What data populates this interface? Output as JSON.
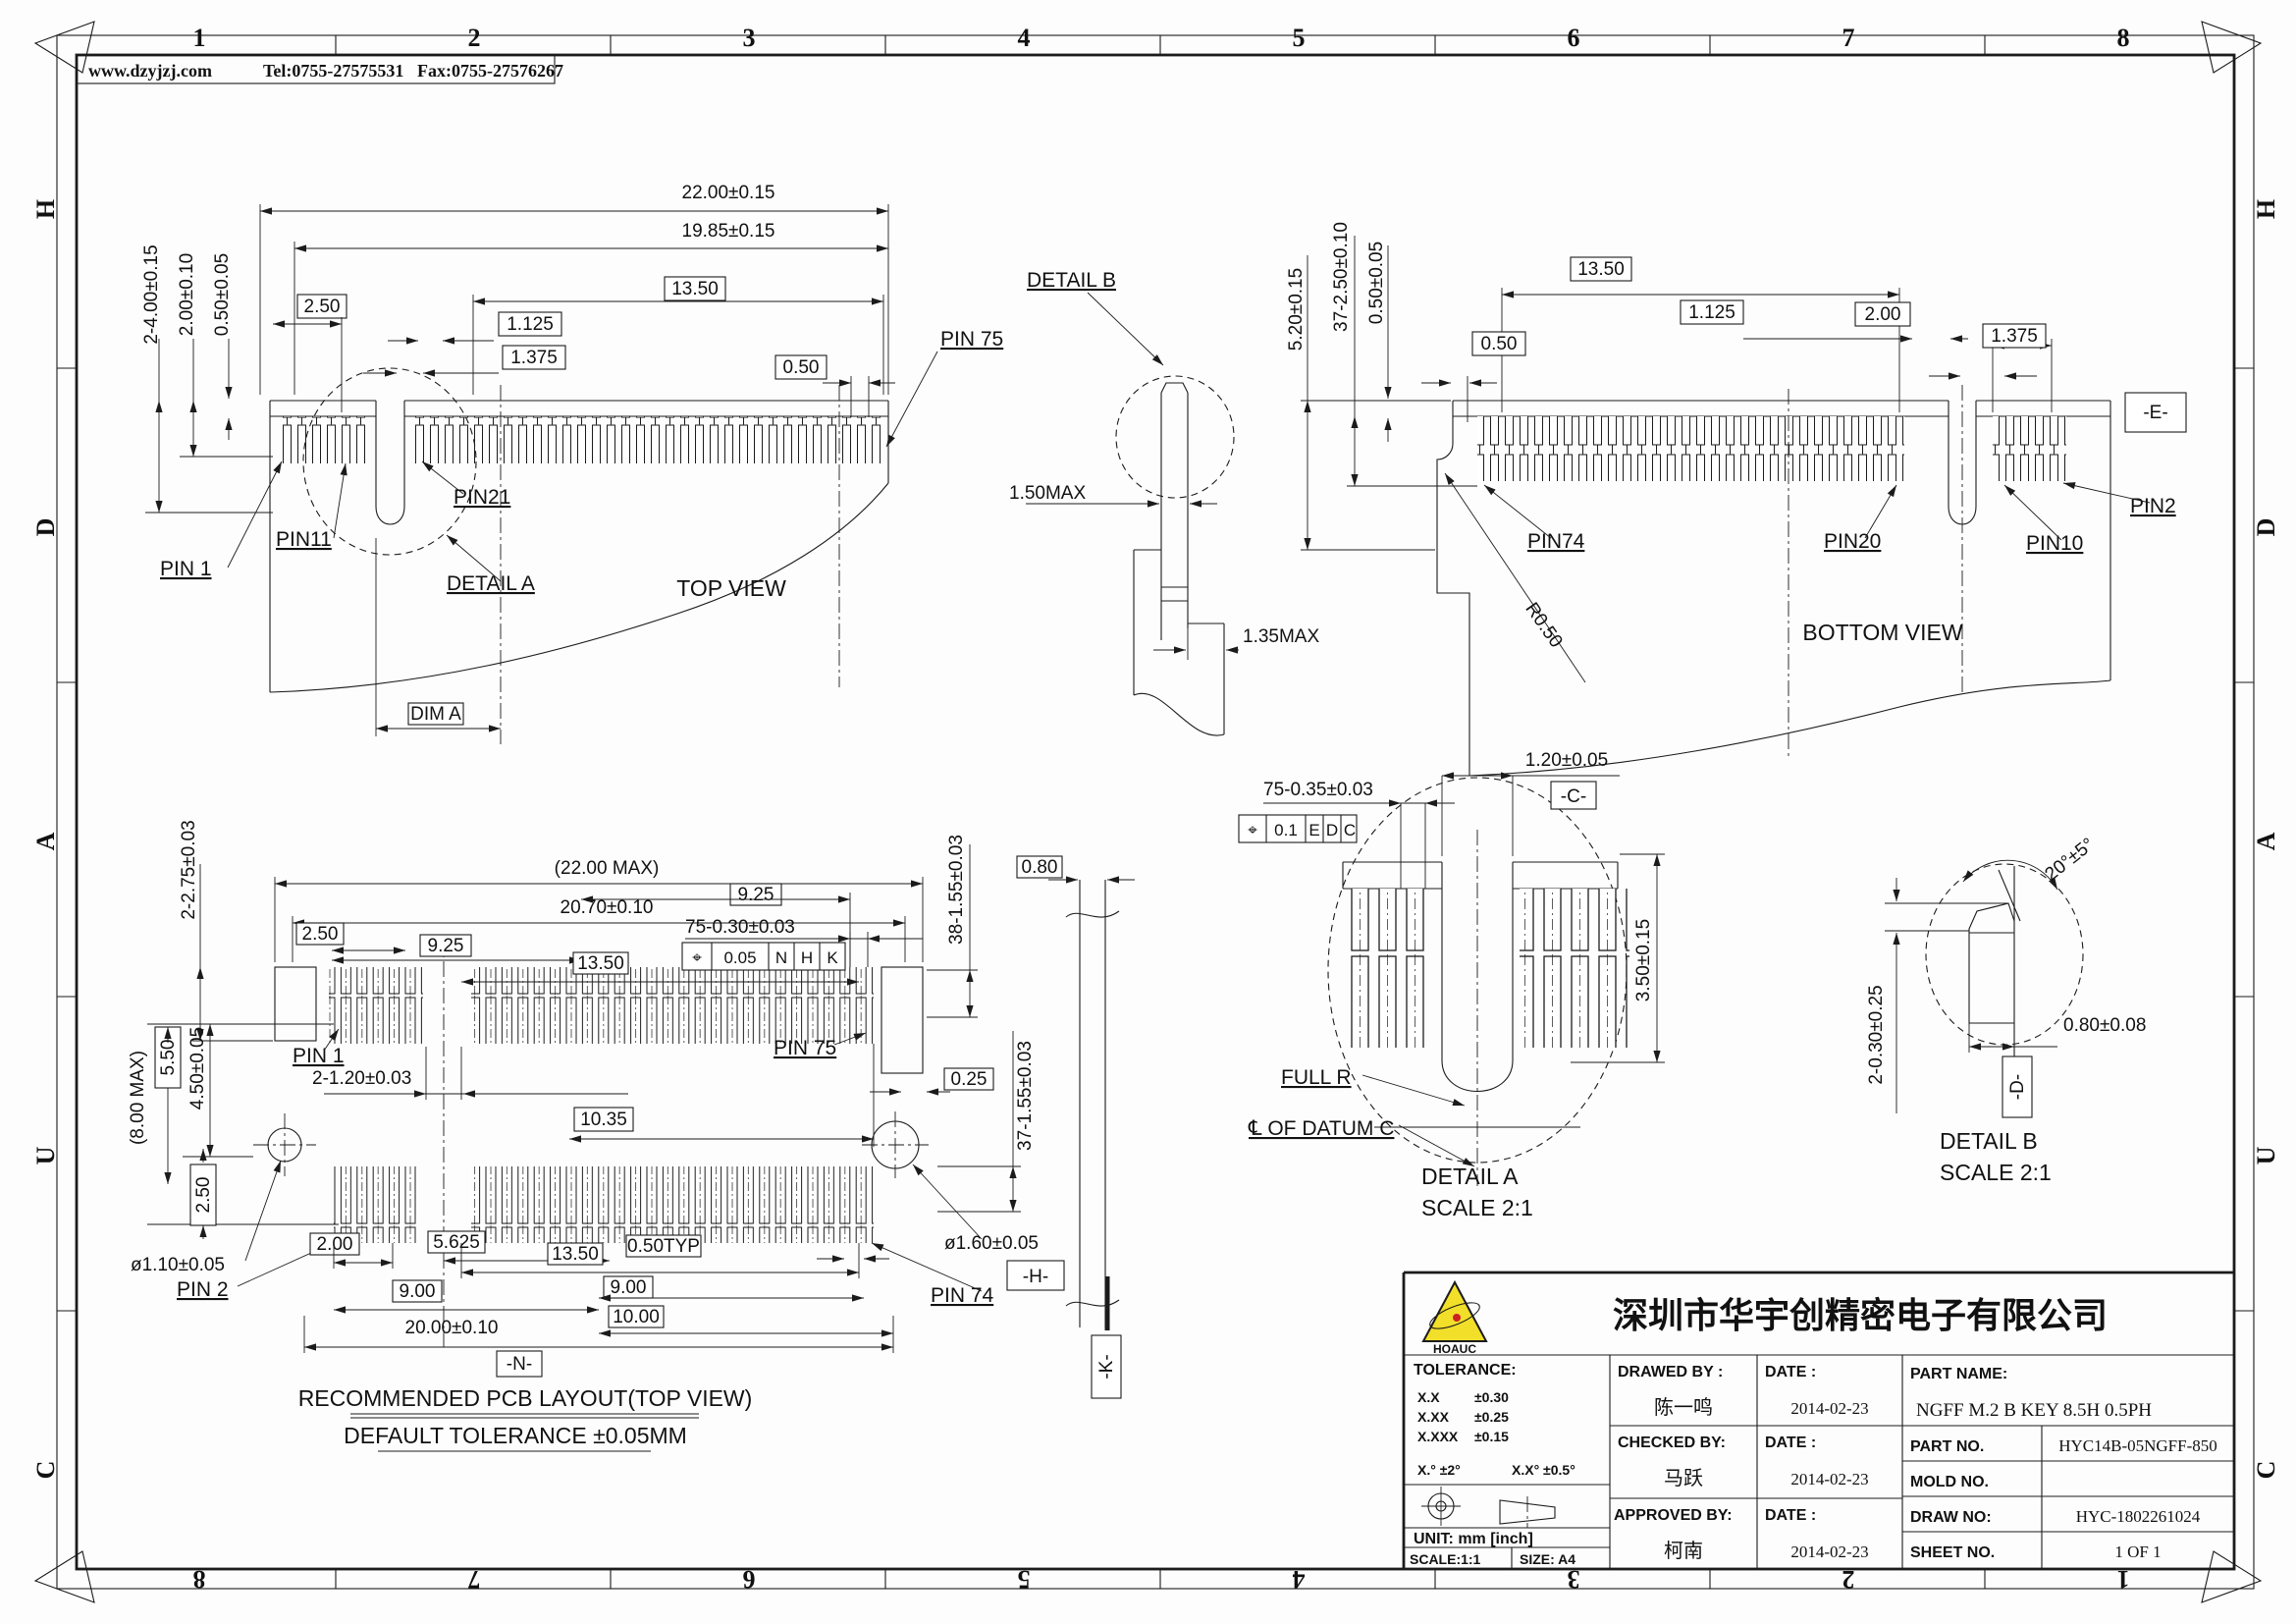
{
  "header": {
    "website": "www.dzyjzj.com",
    "tel": "Tel:0755-27575531",
    "fax": "Fax:0755-27576267"
  },
  "border": {
    "top_numbers": [
      "1",
      "2",
      "3",
      "4",
      "5",
      "6",
      "7",
      "8"
    ],
    "bottom_numbers": [
      "8",
      "7",
      "6",
      "5",
      "4",
      "3",
      "2",
      "1"
    ],
    "left_letters": [
      "H",
      "D",
      "A",
      "U",
      "C"
    ],
    "right_letters": [
      "H",
      "D",
      "A",
      "U",
      "C"
    ]
  },
  "top_view": {
    "title": "TOP VIEW",
    "dim_width_outer": "22.00±0.15",
    "dim_width_inner": "19.85±0.15",
    "dim_1350": "13.50",
    "dim_250": "2.50",
    "dim_1125": "1.125",
    "dim_1375": "1.375",
    "dim_050": "0.50",
    "dim_2_400": "2-4.00±0.15",
    "dim_200": "2.00±0.10",
    "dim_050_005": "0.50±0.05",
    "pin75": "PIN 75",
    "pin1": "PIN 1",
    "pin11": "PIN11",
    "pin21": "PIN21",
    "detail_a_callout": "DETAIL A",
    "dim_a": "DIM A"
  },
  "side_view": {
    "detail_b_callout": "DETAIL B",
    "dim_150max": "1.50MAX",
    "dim_135max": "1.35MAX"
  },
  "bottom_view": {
    "title": "BOTTOM VIEW",
    "dim_520": "5.20±0.15",
    "dim_37_250": "37-2.50±0.10",
    "dim_050_005": "0.50±0.05",
    "dim_1350": "13.50",
    "dim_1125": "1.125",
    "dim_200": "2.00",
    "dim_1375": "1.375",
    "dim_050": "0.50",
    "datum_e": "-E-",
    "pin74": "PIN74",
    "pin20": "PIN20",
    "pin10": "PIN10",
    "pin2": "PIN2",
    "r050": "R0.50"
  },
  "pcb_layout": {
    "title": "RECOMMENDED PCB LAYOUT(TOP VIEW)",
    "subtitle": "DEFAULT TOLERANCE ±0.05MM",
    "dim_2200max": "(22.00 MAX)",
    "dim_2070": "20.70±0.10",
    "dim_925_left": "9.25",
    "dim_925_right": "9.25",
    "dim_1350_top": "13.50",
    "dim_250": "2.50",
    "dim_2_275": "2-2.75±0.03",
    "dim_75_030": "75-0.30±0.03",
    "fcf_top": {
      "sym": "⌖",
      "tol": "0.05",
      "d1": "N",
      "d2": "H",
      "d3": "K"
    },
    "dim_38_155": "38-1.55±0.03",
    "dim_37_155": "37-1.55±0.03",
    "pin1": "PIN 1",
    "pin75": "PIN 75",
    "pin2": "PIN 2",
    "pin74": "PIN 74",
    "dim_2_120": "2-1.20±0.03",
    "dim_1035": "10.35",
    "dim_025": "0.25",
    "dim_550": "5.50",
    "dim_450": "4.50±0.05",
    "dim_800max": "(8.00 MAX)",
    "dim_250_v": "2.50",
    "dia_110": "ø1.10±0.05",
    "dia_160": "ø1.60±0.05",
    "datum_h": "-H-",
    "datum_n": "-N-",
    "datum_k": "-K-",
    "dim_080": "0.80",
    "dim_200_b": "2.00",
    "dim_5625": "5.625",
    "dim_1350_b": "13.50",
    "dim_050typ": "0.50TYP",
    "dim_900_l": "9.00",
    "dim_900_r": "9.00",
    "dim_1000": "10.00",
    "dim_2000": "20.00±0.10"
  },
  "detail_a": {
    "title": "DETAIL A",
    "scale": "SCALE 2:1",
    "dim_75_035": "75-0.35±0.03",
    "fcf": {
      "sym": "⌖",
      "tol": "0.1",
      "d1": "E",
      "d2": "D",
      "d3": "C"
    },
    "dim_120": "1.20±0.05",
    "datum_c": "-C-",
    "dim_350": "3.50±0.15",
    "full_r": "FULL R",
    "cl_datum": "℄ OF DATUM C"
  },
  "detail_b": {
    "title": "DETAIL B",
    "scale": "SCALE 2:1",
    "angle": "20°±5°",
    "dim_2_030": "2-0.30±0.25",
    "dim_080": "0.80±0.08",
    "datum_d": "-D-"
  },
  "title_block": {
    "logo_text": "HOAUC",
    "company": "深圳市华宇创精密电子有限公司",
    "tolerance_label": "TOLERANCE:",
    "tolerances": [
      {
        "k": "X.X",
        "v": "±0.30"
      },
      {
        "k": "X.XX",
        "v": "±0.25"
      },
      {
        "k": "X.XXX",
        "v": "±0.15"
      }
    ],
    "angle_tol_1": "X.°  ±2°",
    "angle_tol_2": "X.X°  ±0.5°",
    "unit": "UNIT:  mm  [inch]",
    "scale": "SCALE:1:1",
    "size": "SIZE:  A4",
    "drawed_by_label": "DRAWED BY :",
    "drawed_by": "陈一鸣",
    "checked_by_label": "CHECKED BY:",
    "checked_by": "马跃",
    "approved_by_label": "APPROVED BY:",
    "approved_by": "柯南",
    "date_label": "DATE :",
    "dates": [
      "2014-02-23",
      "2014-02-23",
      "2014-02-23"
    ],
    "part_name_label": "PART NAME:",
    "part_name": "NGFF M.2 B KEY 8.5H 0.5PH",
    "part_no_label": "PART NO.",
    "part_no": "HYC14B-05NGFF-850",
    "mold_no_label": "MOLD NO.",
    "mold_no": "",
    "draw_no_label": "DRAW NO:",
    "draw_no": "HYC-1802261024",
    "sheet_no_label": "SHEET NO.",
    "sheet_no": "1 OF 1"
  }
}
